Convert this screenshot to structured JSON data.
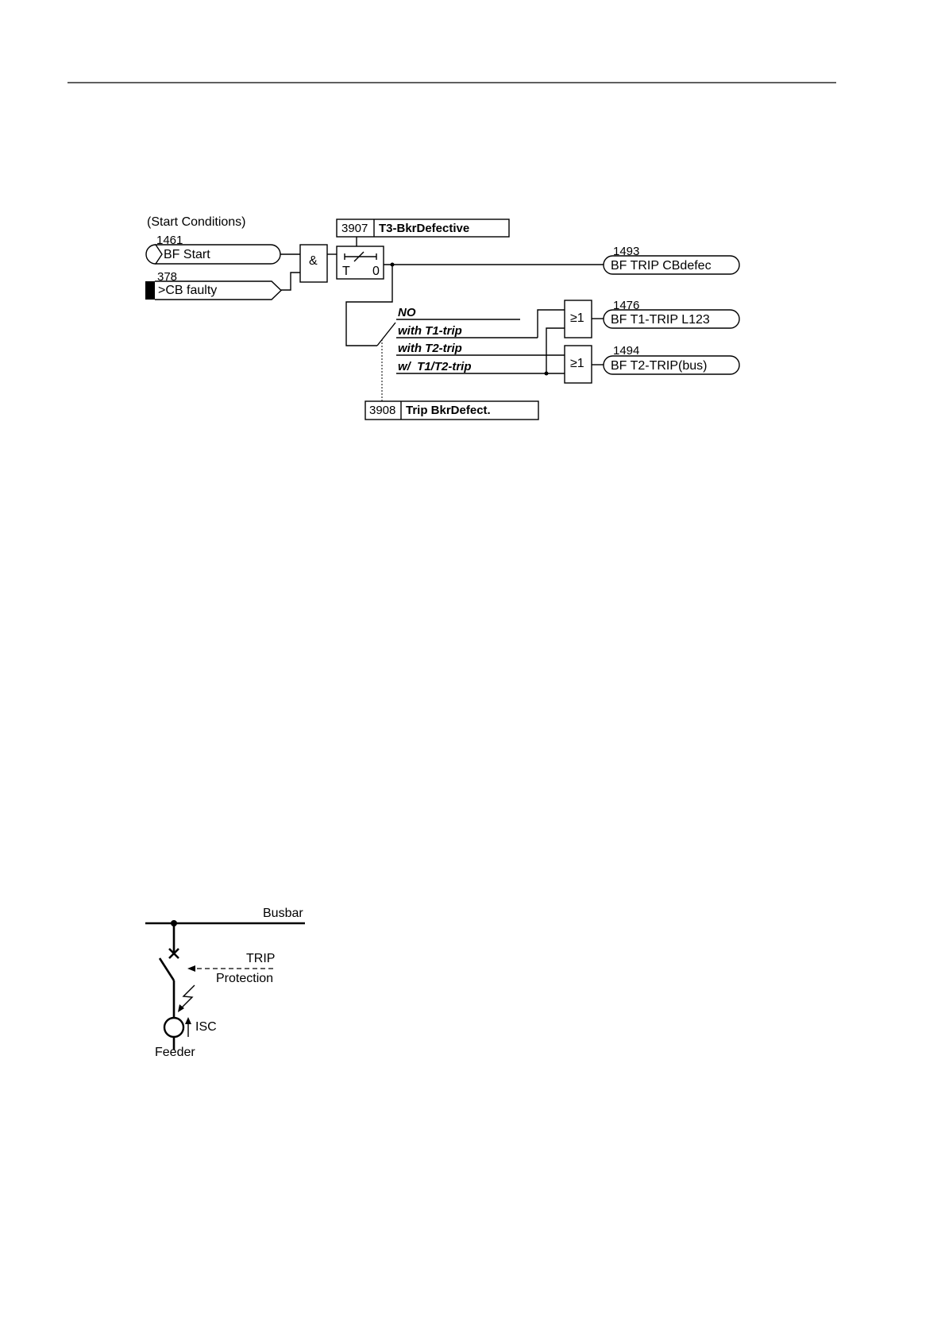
{
  "logic_diagram": {
    "start_conditions": "(Start Conditions)",
    "inputs": [
      {
        "number": "1461",
        "label": "BF Start"
      },
      {
        "number": "378",
        "label": ">CB faulty"
      }
    ],
    "and_gate": "&",
    "timer": {
      "setting_number": "3907",
      "setting_name": "T3-BkrDefective",
      "t_label": "T",
      "zero_label": "0"
    },
    "switch": {
      "setting_number": "3908",
      "setting_name": "Trip BkrDefect.",
      "options": [
        "NO",
        "with T1-trip",
        "with T2-trip",
        "w/  T1/T2-trip"
      ]
    },
    "or_gate_label": "≥1",
    "outputs": [
      {
        "number": "1493",
        "label": "BF TRIP CBdefec"
      },
      {
        "number": "1476",
        "label": "BF T1-TRIP L123"
      },
      {
        "number": "1494",
        "label": "BF T2-TRIP(bus)"
      }
    ]
  },
  "feeder_diagram": {
    "busbar": "Busbar",
    "trip": "TRIP",
    "protection": "Protection",
    "isc": "ISC",
    "feeder": "Feeder"
  }
}
